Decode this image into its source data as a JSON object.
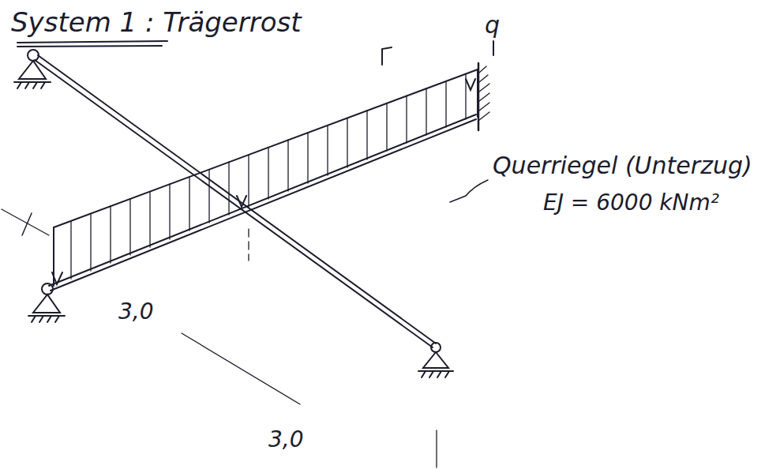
{
  "diagram": {
    "title": "System 1 : Trägerrost",
    "labels": [
      "q",
      "Querriegel (Unterzug)",
      "EJ = 6000 kNm²",
      "3,0",
      "3,0"
    ]
  }
}
